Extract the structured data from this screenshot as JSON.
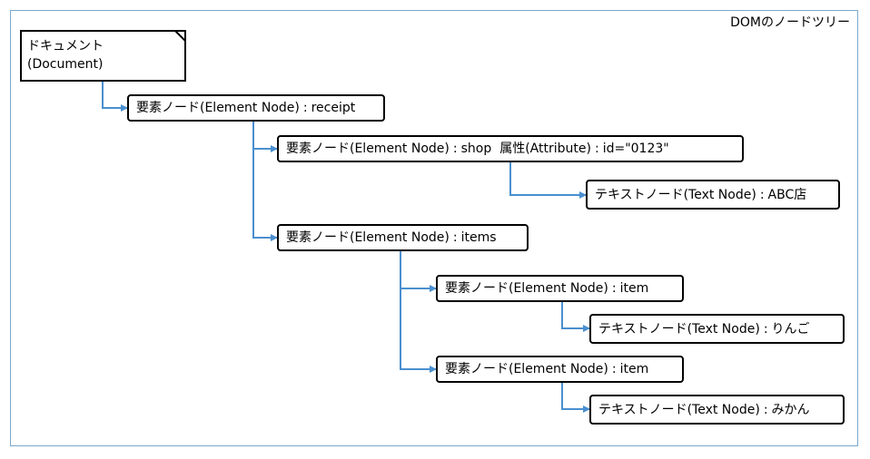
{
  "title": "DOMのノードツリー",
  "document_node": {
    "line1": "ドキュメント",
    "line2": "(Document)"
  },
  "nodes": [
    {
      "kind": "要素ノード(Element Node)",
      "sep": ":",
      "value": "receipt"
    },
    {
      "kind": "要素ノード(Element Node)",
      "sep": ":",
      "value": "shop",
      "attr_kind": "属性(Attribute)",
      "attr_sep": ":",
      "attr_value": "id=\"0123\""
    },
    {
      "kind": "テキストノード(Text Node)",
      "sep": ":",
      "value": "ABC店"
    },
    {
      "kind": "要素ノード(Element Node)",
      "sep": ":",
      "value": "items"
    },
    {
      "kind": "要素ノード(Element Node)",
      "sep": ":",
      "value": "item"
    },
    {
      "kind": "テキストノード(Text Node)",
      "sep": ":",
      "value": "りんご"
    },
    {
      "kind": "要素ノード(Element Node)",
      "sep": ":",
      "value": "item"
    },
    {
      "kind": "テキストノード(Text Node)",
      "sep": ":",
      "value": "みかん"
    }
  ],
  "colors": {
    "connector": "#4a8fd0",
    "frame": "#7aa8cc",
    "node_border": "#000000"
  }
}
